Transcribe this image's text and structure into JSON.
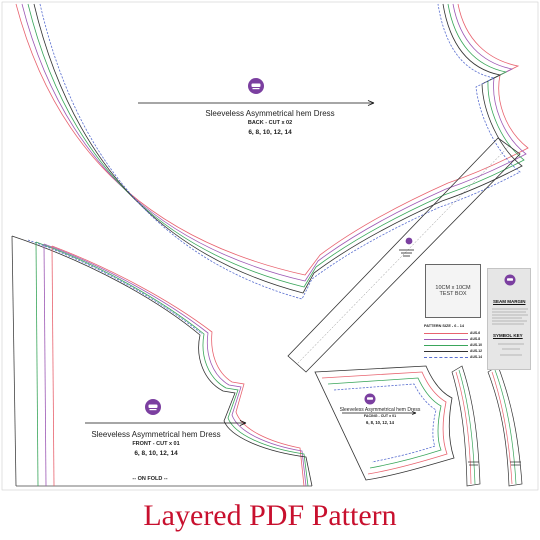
{
  "caption": "Layered PDF Pattern",
  "pieces": {
    "back": {
      "title": "Sleeveless Asymmetrical hem Dress",
      "cut": "BACK - CUT x 02",
      "sizes": "6, 8, 10, 12, 14"
    },
    "front": {
      "title": "Sleeveless Asymmetrical hem Dress",
      "cut": "FRONT - CUT x 01",
      "sizes": "6, 8, 10, 12, 14",
      "fold": "-- ON FOLD --"
    },
    "facing": {
      "title": "Sleeveless Asymmetrical hem Dress",
      "cut": "FACING - CUT x 01",
      "sizes": "6, 8, 10, 12, 14"
    }
  },
  "test_box": {
    "line1": "10CM x 10CM",
    "line2": "TEST BOX"
  },
  "legend": {
    "seam_heading": "SEAM MARGIN",
    "symbol_heading": "SYMBOL KEY",
    "size_heading": "PATTERN SIZE - 6 - 14",
    "sizes": [
      {
        "label": "AUS-6",
        "color": "#e8636f"
      },
      {
        "label": "AUS-8",
        "color": "#9d59b5"
      },
      {
        "label": "AUS-10",
        "color": "#3aa65b"
      },
      {
        "label": "AUS-12",
        "color": "#333333"
      },
      {
        "label": "AUS-14",
        "color": "#5a6fd0"
      }
    ]
  },
  "colors": {
    "size_6": "#e8636f",
    "size_8": "#9d59b5",
    "size_10": "#3aa65b",
    "size_12": "#333333",
    "size_14": "#5a6fd0",
    "logo": "#7b3fa0",
    "caption": "#c8102e"
  },
  "icons": {
    "logo": "brand-logo-icon",
    "grainline": "grainline-arrow-icon",
    "notch": "scissors-notch-icon"
  }
}
